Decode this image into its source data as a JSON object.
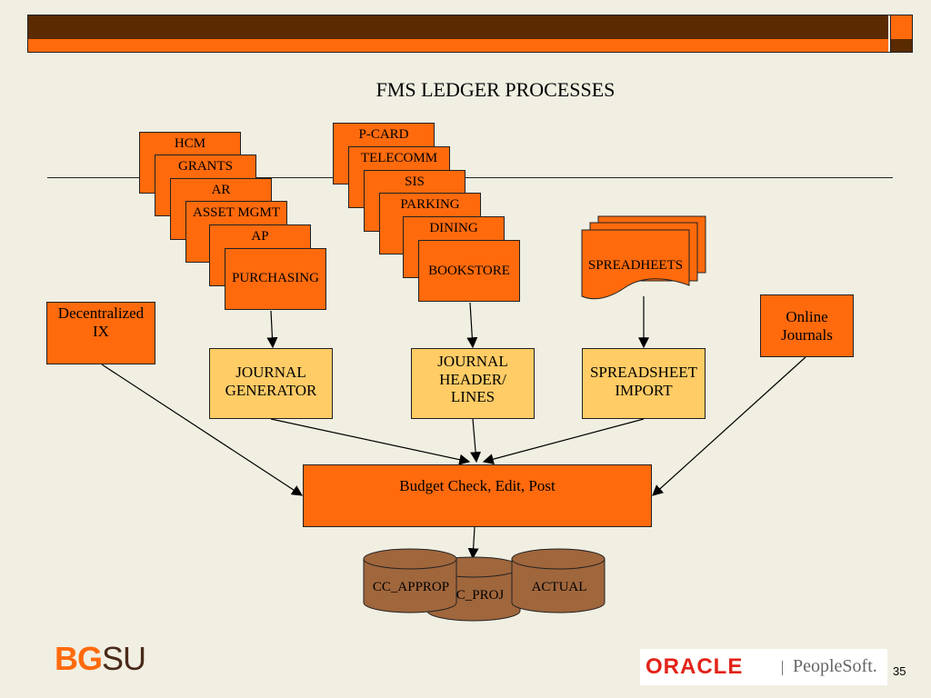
{
  "slide": {
    "title": "FMS LEDGER PROCESSES",
    "page_number": "35"
  },
  "colors": {
    "accent_orange": "#ff6a0d",
    "header_brown": "#5a2a00",
    "process_yellow": "#ffcc66",
    "database_brown": "#a0663c",
    "background": "#f1efe2"
  },
  "sources": {
    "group1": [
      "HCM",
      "GRANTS",
      "AR",
      "ASSET MGMT",
      "AP",
      "PURCHASING"
    ],
    "group2": [
      "P-CARD",
      "TELECOMM",
      "SIS",
      "PARKING",
      "DINING",
      "BOOKSTORE"
    ],
    "spreadsheets": "SPREADHEETS",
    "decentralized": "Decentralized IX",
    "online_journals": "Online Journals"
  },
  "processes": {
    "journal_generator": "JOURNAL GENERATOR",
    "journal_header_lines": "JOURNAL HEADER/ LINES",
    "spreadsheet_import": "SPREADSHEET IMPORT",
    "budget_check": "Budget Check, Edit, Post"
  },
  "ledgers": {
    "cc_approp": "CC_APPROP",
    "cc_proj": "C_PROJ",
    "actual": "ACTUAL"
  },
  "logos": {
    "bgsu_bg": "BG",
    "bgsu_su": "SU",
    "oracle": "ORACLE",
    "peoplesoft": "PeopleSoft."
  }
}
